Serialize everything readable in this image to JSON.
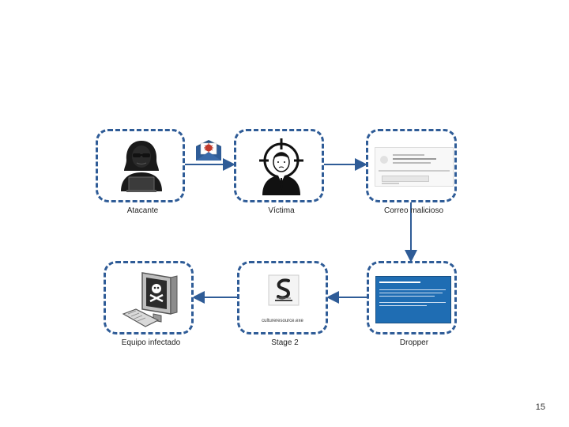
{
  "nodes": {
    "atacante": {
      "label": "Atacante",
      "icon": "hacker-icon"
    },
    "victima": {
      "label": "Víctima",
      "icon": "target-person-icon"
    },
    "correo": {
      "label": "Correo malicioso",
      "icon": "email-screenshot-icon"
    },
    "dropper": {
      "label": "Dropper",
      "icon": "word-document-screenshot-icon"
    },
    "stage2": {
      "label": "Stage 2",
      "icon": "executable-file-icon",
      "filename": "cultureresource.exe"
    },
    "equipo": {
      "label": "Equipo infectado",
      "icon": "infected-computer-icon"
    }
  },
  "edges": [
    {
      "from": "atacante",
      "to": "victima",
      "icon": "malicious-envelope-icon"
    },
    {
      "from": "victima",
      "to": "correo"
    },
    {
      "from": "correo",
      "to": "dropper"
    },
    {
      "from": "dropper",
      "to": "stage2"
    },
    {
      "from": "stage2",
      "to": "equipo"
    }
  ],
  "page_number": "15",
  "colors": {
    "accent": "#2f5c97",
    "word_blue": "#1f6db3"
  }
}
